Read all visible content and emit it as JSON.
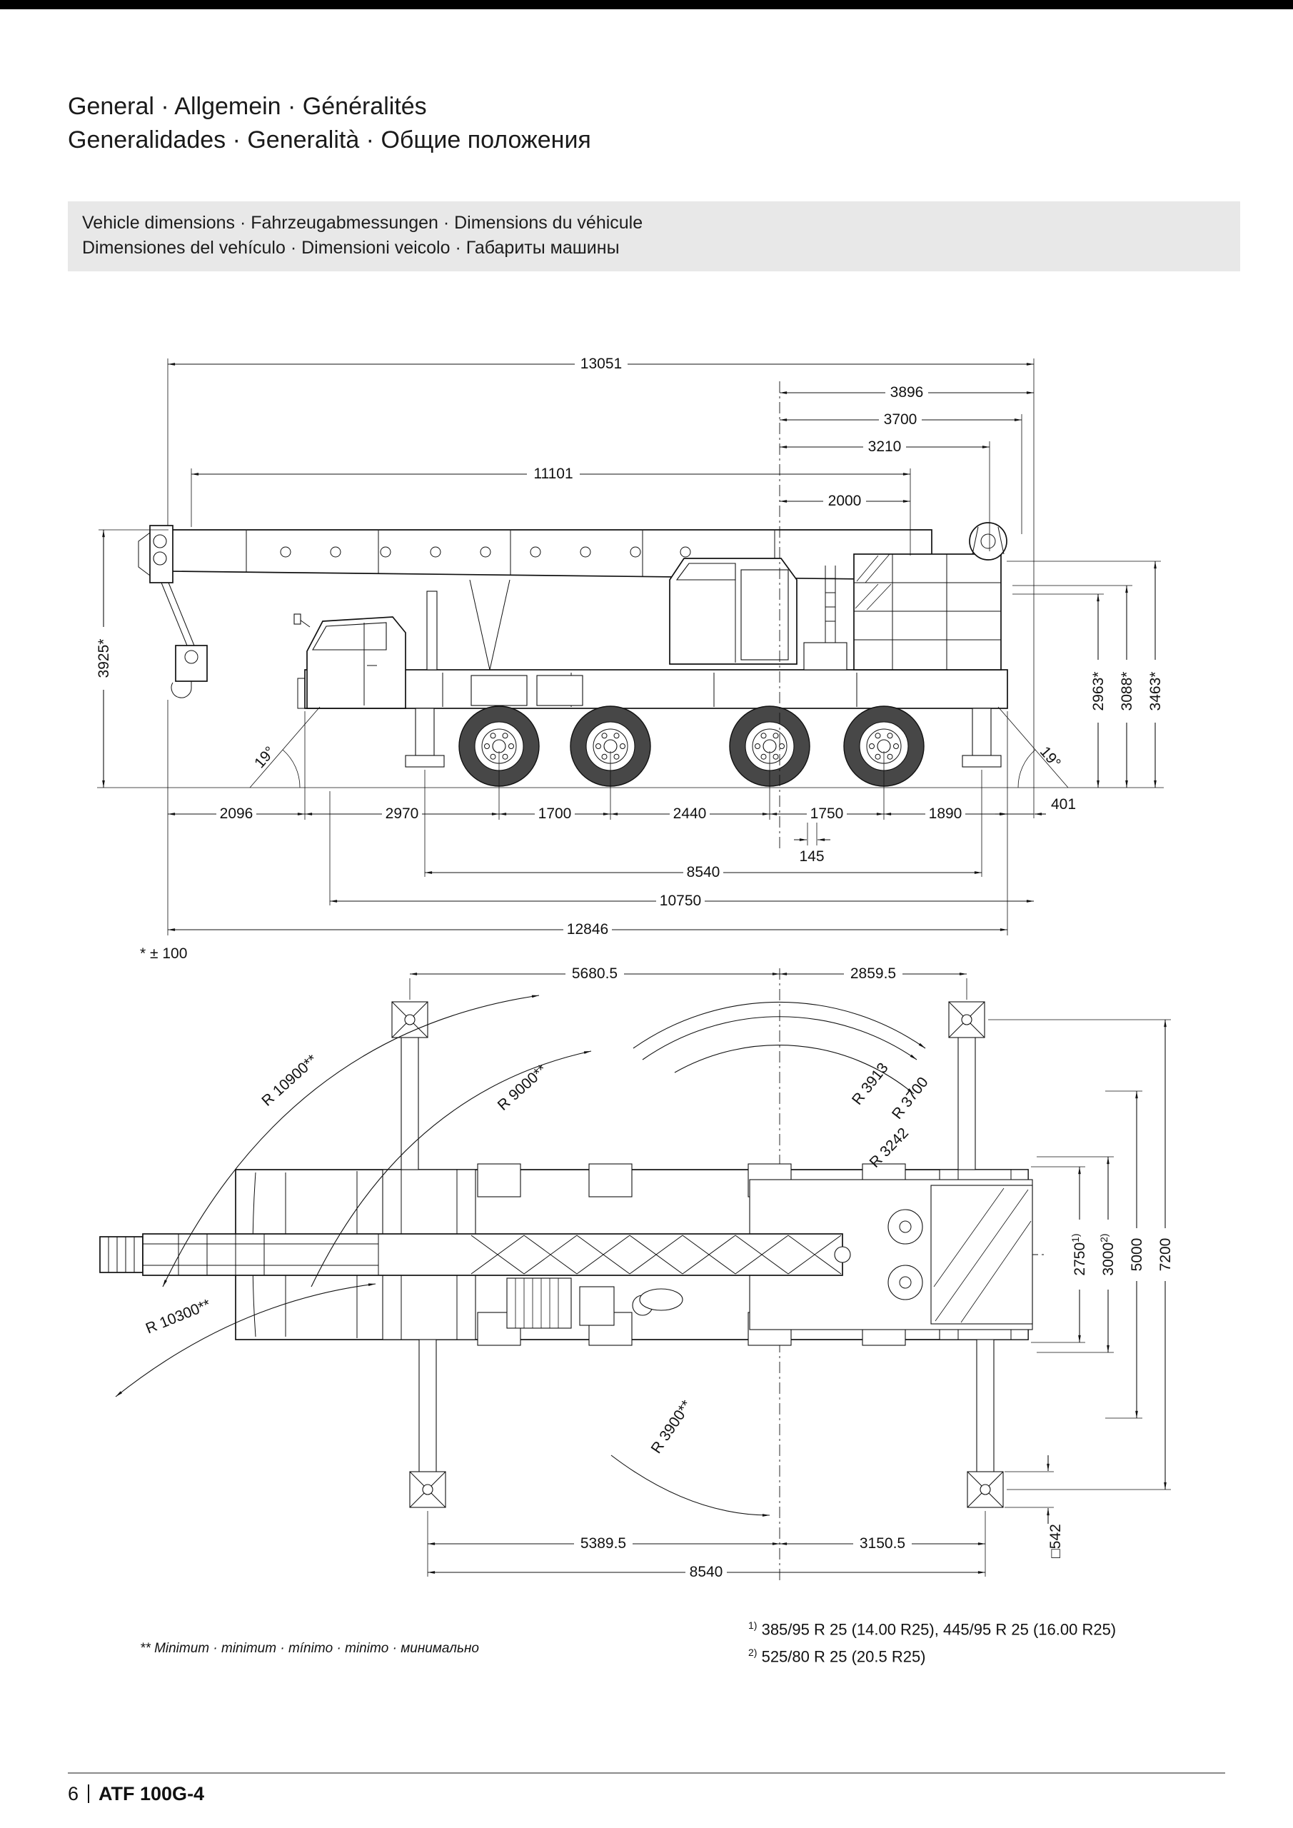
{
  "header": {
    "title_line1": "General · Allgemein · Généralités",
    "title_line2": "Generalidades · Generalità · Общие положения",
    "banner_line1": "Vehicle dimensions · Fahrzeugabmessungen · Dimensions du véhicule",
    "banner_line2": "Dimensiones del vehículo · Dimensioni veicolo · Габариты машины"
  },
  "side_view": {
    "tolerance_note": "* ± 100",
    "dims": {
      "overall_length": "13051",
      "tail_radius_max": "3896",
      "tail_radius_mid": "3700",
      "tail_radius_min": "3210",
      "carrier_length": "11101",
      "slew_to_rear": "2000",
      "boom_head_height": "3925*",
      "height_rear_1": "2963*",
      "height_rear_2": "3088*",
      "overall_height": "3463*",
      "approach_angle": "19°",
      "departure_angle": "19°",
      "seg_front_tip": "2096",
      "seg_front_to_axle1": "2970",
      "seg_axle1_2": "1700",
      "seg_axle2_3": "2440",
      "seg_axle3_4": "1750",
      "seg_rear_overhang": "1890",
      "seg_rear_tip": "401",
      "seg_offset": "145",
      "outrigger_base": "8540",
      "length_10750": "10750",
      "length_12846": "12846"
    }
  },
  "top_view": {
    "dims": {
      "front_pad_to_center": "5680.5",
      "center_to_rear_pad": "2859.5",
      "radius_boom_head_max": "R 10900**",
      "radius_boom_head_mid": "R 9000**",
      "radius_boom_head_low": "R 10300**",
      "radius_tail_1": "R 3913",
      "radius_tail_2": "R 3700",
      "radius_tail_3": "R 3242",
      "radius_rear_swing": "R 3900**",
      "width_2750": "2750",
      "width_2750_sup": "1)",
      "width_3000": "3000",
      "width_3000_sup": "2)",
      "support_width_mid": "5000",
      "support_width_full": "7200",
      "pad_front_to_center": "5389.5",
      "center_to_pad_rear": "3150.5",
      "support_base": "8540",
      "pad_size": "□542"
    }
  },
  "footnotes": {
    "tyre_note_1_sup": "1)",
    "tyre_note_1": "385/95 R 25 (14.00 R25), 445/95 R 25 (16.00 R25)",
    "tyre_note_2_sup": "2)",
    "tyre_note_2": "525/80 R 25 (20.5 R25)",
    "minimum_note": "** Minimum · minimum · mínimo · minimo · минимально"
  },
  "footer": {
    "page_number": "6",
    "model": "ATF 100G-4"
  }
}
